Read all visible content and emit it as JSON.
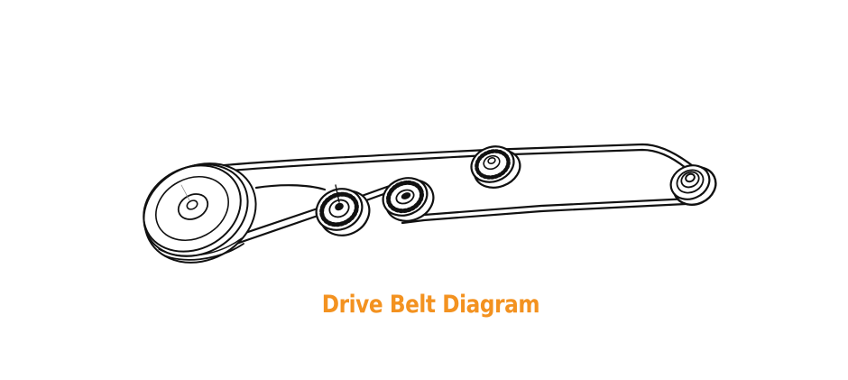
{
  "caption": {
    "text": "Drive Belt Diagram",
    "color": "#f39220"
  },
  "diagram": {
    "type": "line-art illustration",
    "stroke_color": "#111111",
    "background": "#ffffff",
    "components": [
      {
        "id": "drive-pulley",
        "kind": "large grooved pulley",
        "position": "left"
      },
      {
        "id": "idler-pulley-1",
        "kind": "spoked idler pulley",
        "position": "center-left"
      },
      {
        "id": "idler-pulley-2",
        "kind": "spoked idler pulley",
        "position": "center"
      },
      {
        "id": "idler-pulley-3",
        "kind": "spoked idler pulley",
        "position": "center-right, upper"
      },
      {
        "id": "end-pulley",
        "kind": "small grooved pulley",
        "position": "right"
      },
      {
        "id": "belt",
        "kind": "drive belt",
        "routing": "loops around all pulleys"
      }
    ]
  }
}
